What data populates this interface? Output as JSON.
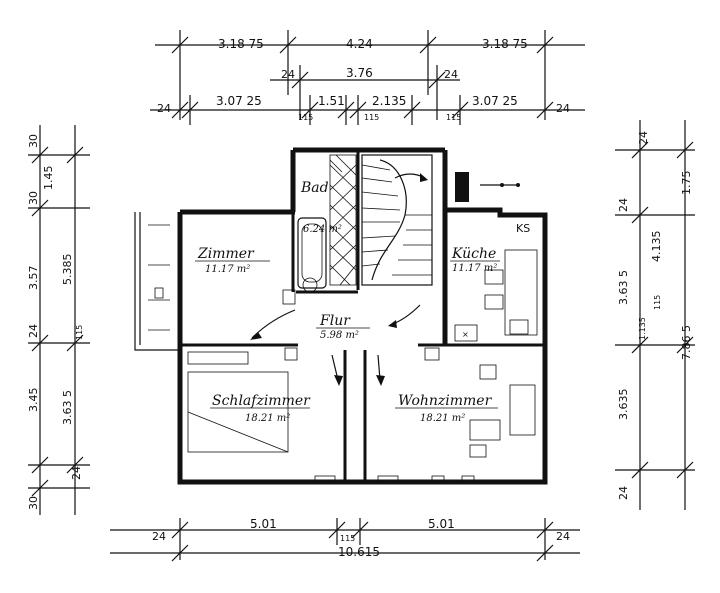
{
  "rooms": {
    "zimmer": {
      "name": "Zimmer",
      "area": "11.17 m²"
    },
    "bad": {
      "name": "Bad",
      "area": "6.24 m²"
    },
    "kueche": {
      "name": "Küche",
      "area": "11.17 m²"
    },
    "flur": {
      "name": "Flur",
      "area": "5.98 m²"
    },
    "schlafzimmer": {
      "name": "Schlafzimmer",
      "area": "18.21 m²"
    },
    "wohnzimmer": {
      "name": "Wohnzimmer",
      "area": "18.21 m²"
    }
  },
  "top_dims": {
    "row1": [
      "3.18 75",
      "4.24",
      "3.18 75"
    ],
    "row2": [
      "24",
      "3.76",
      "24"
    ],
    "row3": [
      "24",
      "3.07 25",
      "1.51",
      "2.135",
      "3.07 25",
      "24"
    ],
    "small": [
      "115",
      "115",
      "115"
    ]
  },
  "bottom_dims": {
    "row1": [
      "24",
      "5.01",
      "115",
      "5.01",
      "24"
    ],
    "row2": "10.615"
  },
  "left_dims": [
    "30",
    "1.45",
    "30",
    "3.57",
    "5.385",
    "24",
    "115",
    "3.45",
    "3.63 5",
    "24",
    "30"
  ],
  "right_dims": [
    "24",
    "1.75",
    "24",
    "4.135",
    "3.63 5",
    "115",
    "1.135",
    "7.86 5",
    "3.635",
    "24"
  ],
  "annotations": {
    "ks": "KS"
  }
}
